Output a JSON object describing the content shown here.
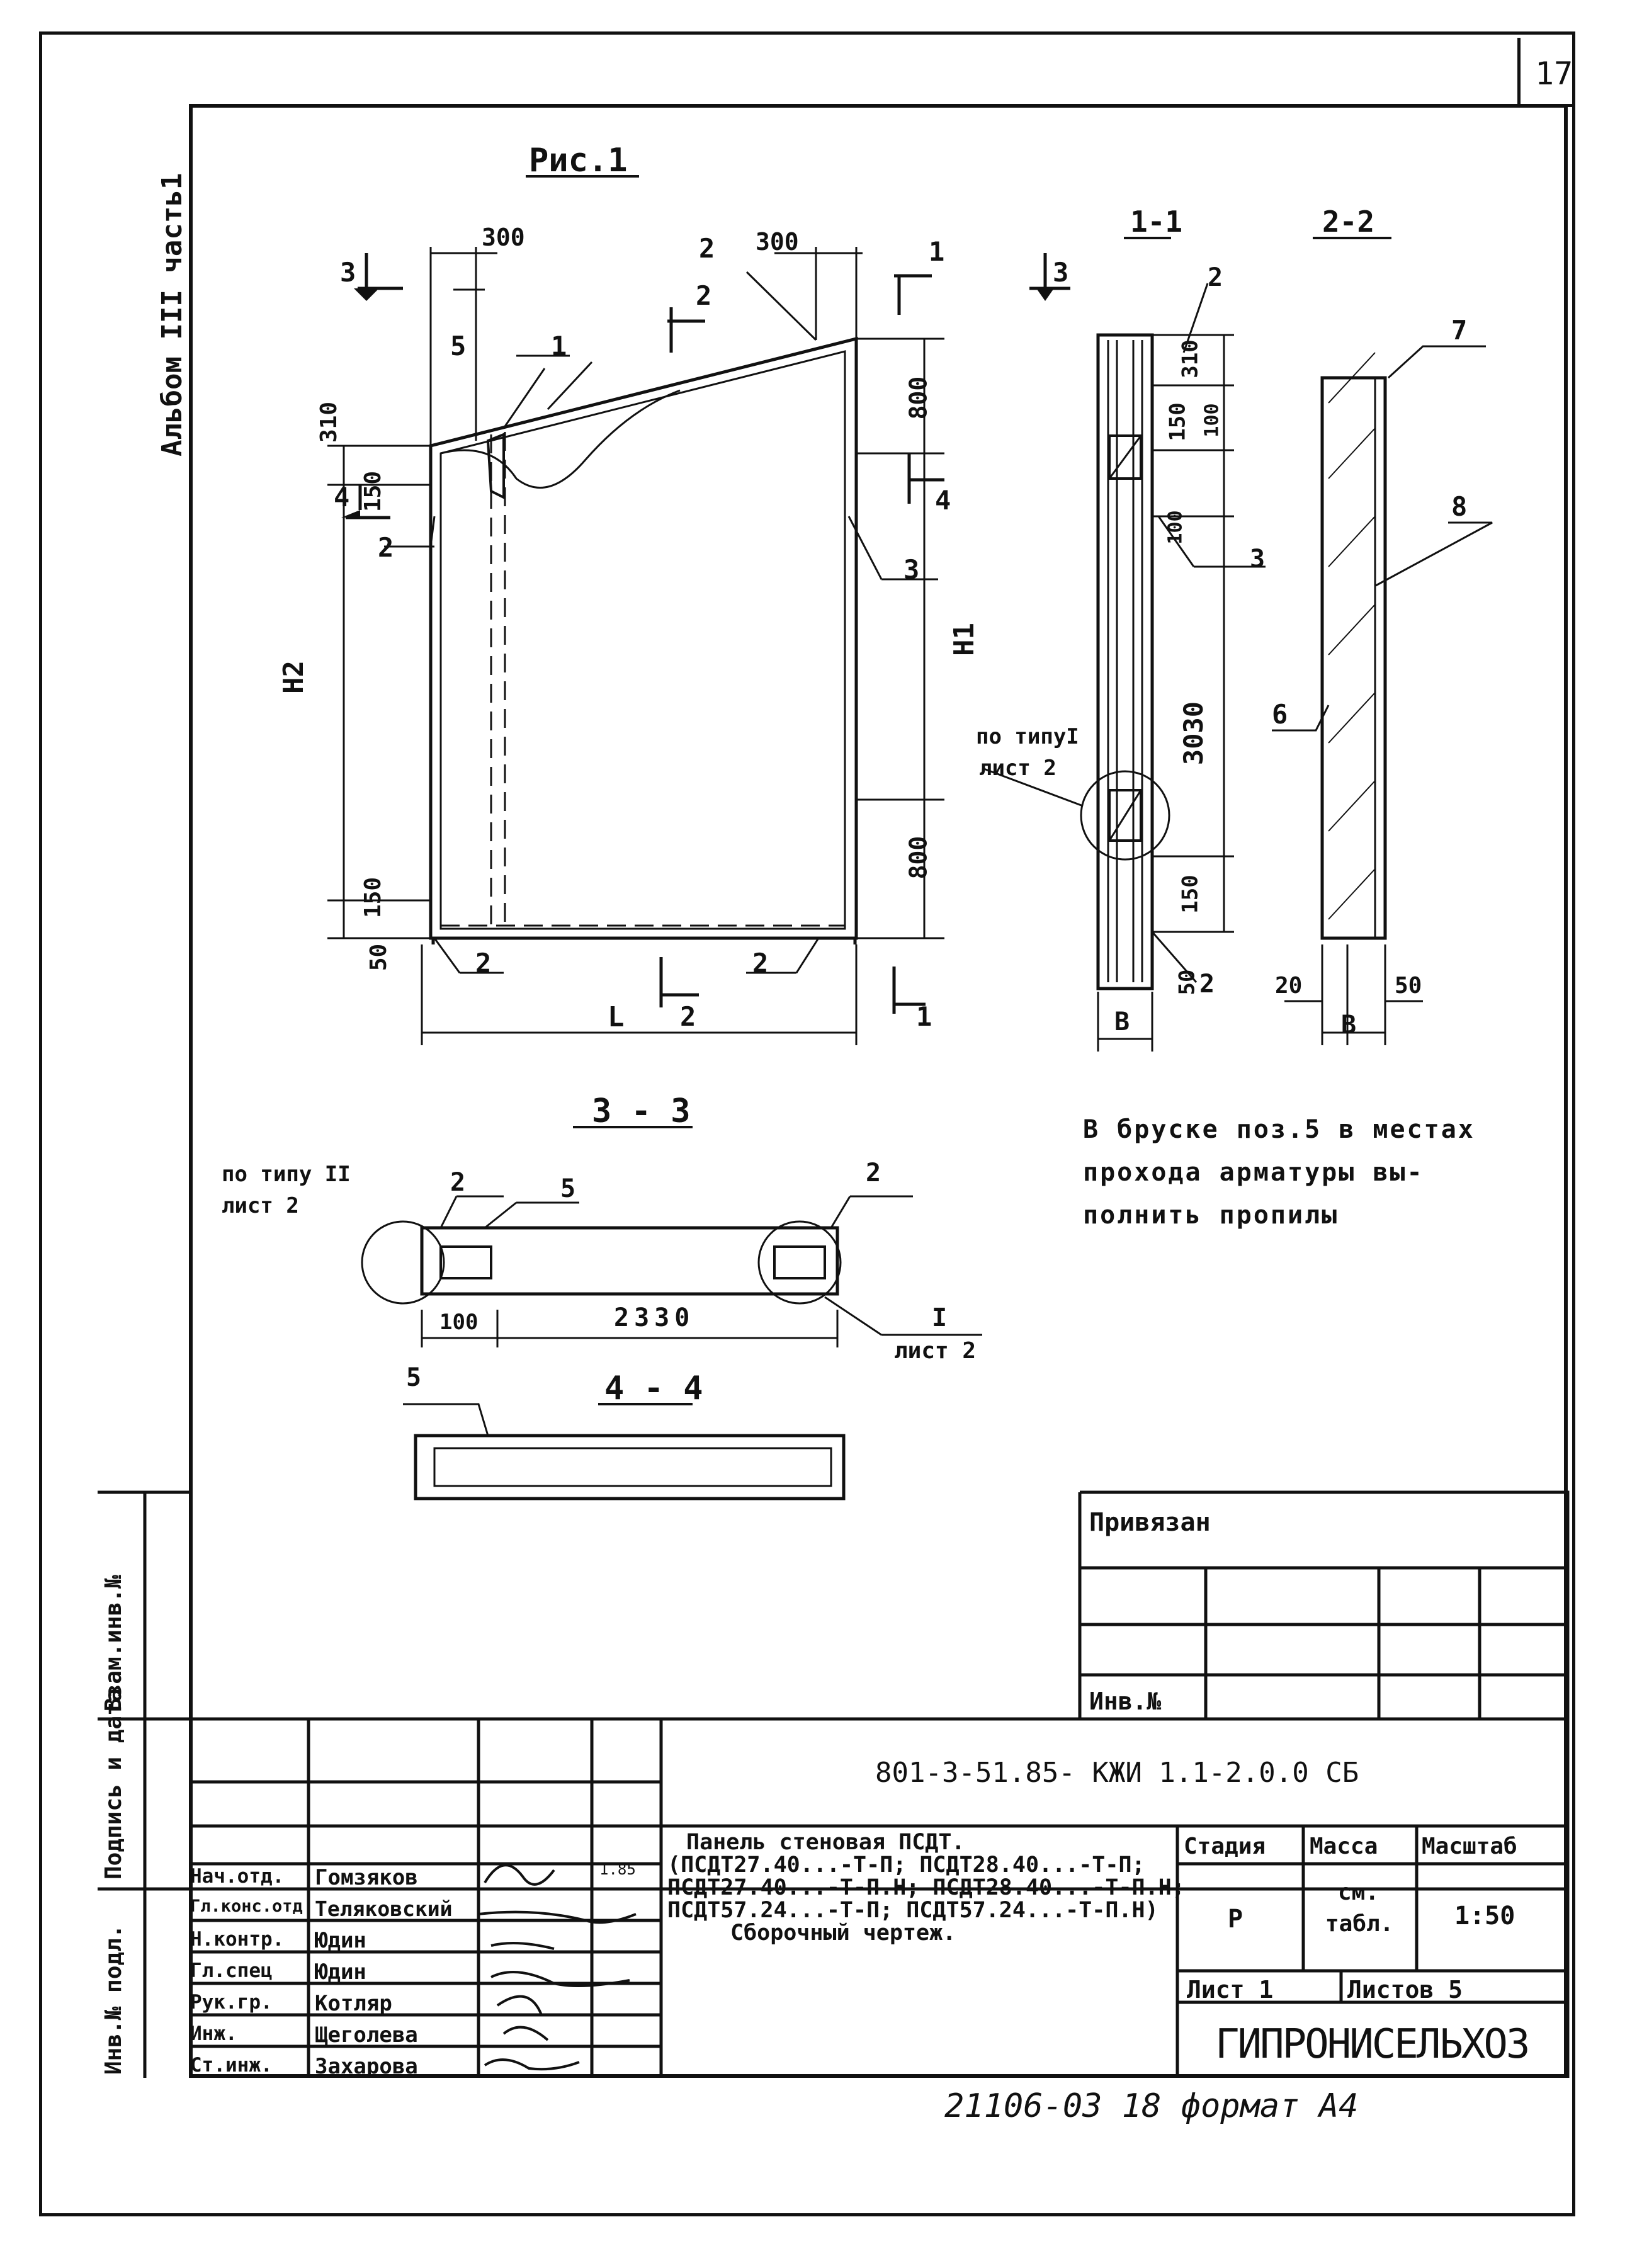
{
  "page_number": "17",
  "side_label": "Альбом III часть1",
  "figure": {
    "title": "Рис.1",
    "sections": [
      "3 - 3",
      "4 - 4"
    ],
    "section_11": "1-1",
    "section_22": "2-2",
    "labels": {
      "d300a": "300",
      "d300b": "300",
      "d800a": "800",
      "d800b": "800",
      "d310a": "310",
      "d150a": "150",
      "d150b": "150",
      "d50a": "50",
      "h2": "H2",
      "h1": "H1",
      "l": "L",
      "p1a": "1",
      "p1b": "1",
      "p1c": "1",
      "p2a": "2",
      "p2b": "2",
      "p2c": "2",
      "p2d": "2",
      "p2e": "2",
      "p2f": "2",
      "p3a": "3",
      "p3b": "3",
      "p3c": "3",
      "p4a": "4",
      "p4b": "4",
      "p5a": "5",
      "s11_2": "2",
      "s11_310": "310",
      "s11_150": "150",
      "s11_100a": "100",
      "s11_100b": "100",
      "s11_3": "3",
      "s11_3030": "3030",
      "s11_150b": "150",
      "s11_50": "50",
      "s11_2b": "2",
      "s11_b": "B",
      "type1a": "по типуI",
      "type1b": "лист 2",
      "s22_7": "7",
      "s22_8": "8",
      "s22_6": "6",
      "s22_20": "20",
      "s22_50": "50",
      "s22_b": "B",
      "s33_type2a": "по типу II",
      "s33_type2b": "лист 2",
      "s33_2a": "2",
      "s33_5": "5",
      "s33_2b": "2",
      "s33_100": "100",
      "s33_2330": "2330",
      "s33_I": "I",
      "s33_list2": "лист 2",
      "s44_5": "5"
    },
    "note_lines": [
      "В бруске поз.5 в местах",
      "прохода арматуры вы-",
      "полнить пропилы"
    ]
  },
  "stamp": {
    "privyazan": "Привязан",
    "inv_no": "Инв.№",
    "doc_code": "801-3-51.85- КЖИ 1.1-2.0.0 СБ",
    "title_lines": [
      "Панель стеновая ПСДТ.",
      "(ПСДТ27.40...-Т-П; ПСДТ28.40...-Т-П;",
      "ПСДТ27.40...-Т-П.Н; ПСДТ28.40...-Т-П.Н;",
      "ПСДТ57.24...-Т-П; ПСДТ57.24...-Т-П.Н)",
      "Сборочный чертеж."
    ],
    "stage_h": "Стадия",
    "mass_h": "Масса",
    "scale_h": "Масштаб",
    "stage": "Р",
    "mass_1": "см.",
    "mass_2": "табл.",
    "scale": "1:50",
    "sheet": "Лист 1",
    "sheets": "Листов 5",
    "org": "ГИПРОНИСЕЛЬХОЗ",
    "signature_date": "1.85",
    "people": [
      {
        "role": "Нач.отд.",
        "name": "Гомзяков"
      },
      {
        "role": "Гл.конс.отд",
        "name": "Теляковский"
      },
      {
        "role": "Н.контр.",
        "name": "Юдин"
      },
      {
        "role": "Гл.спец",
        "name": "Юдин"
      },
      {
        "role": "Рук.гр.",
        "name": "Котляр"
      },
      {
        "role": "Инж.",
        "name": "Щеголева"
      },
      {
        "role": "Ст.инж.",
        "name": "Захарова"
      }
    ],
    "left_labels": [
      "Инв.№ подл.",
      "Подпись и дата",
      "Взам.инв.№"
    ]
  },
  "footer": "21106-03 18 формат А4"
}
